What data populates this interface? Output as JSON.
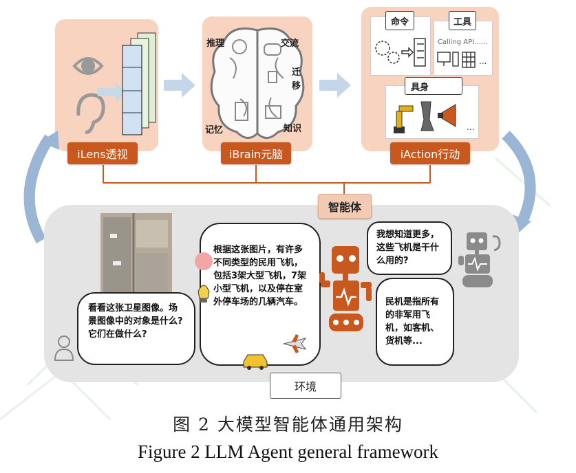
{
  "top": {
    "lens_label": "iLens透视",
    "brain_label": "iBrain元脑",
    "action_label": "iAction行动",
    "brain_words": {
      "reasoning": "推理",
      "communication": "交流",
      "transfer": "迁移",
      "memory": "记忆",
      "knowledge": "知识"
    },
    "action_boxes": {
      "command": "命令",
      "tools": "工具",
      "api_text": "Calling API......",
      "embodied": "具身",
      "ellipsis": "..."
    }
  },
  "agent_label": "智能体",
  "environment_label": "环境",
  "bubbles": {
    "user": "看看这张卫星图像。场景图像中的对象是什么?它们在做什么?",
    "agent": "根据这张图片，有许多不同类型的民用飞机，包括3架大型飞机，7架小型飞机，以及停在室外停车场的几辆汽车。",
    "question": "我想知道更多，这些飞机是干什么用的?",
    "answer": "民机是指所有的非军用飞机，如客机、货机等..."
  },
  "caption": {
    "zh": "图  2  大模型智能体通用架构",
    "en": "Figure 2 LLM Agent general framework"
  },
  "colors": {
    "accent_orange": "#c9581f",
    "panel_peach": "#f8d3c0",
    "arrow_blue": "#b9cfe6",
    "env_gray": "#e3e3e3"
  }
}
